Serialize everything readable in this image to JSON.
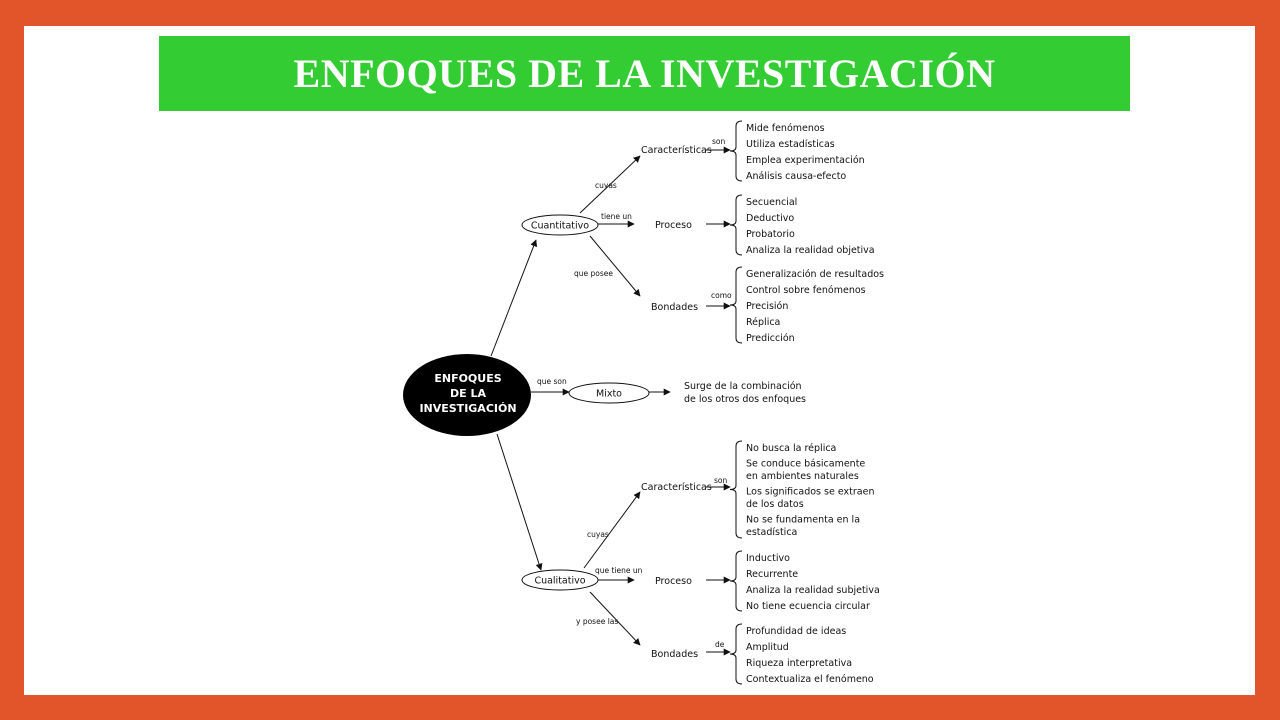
{
  "title": "ENFOQUES DE LA INVESTIGACIÓN",
  "colors": {
    "frame": "#e2542a",
    "title_bar": "#33cc33",
    "center_node": "#000000"
  },
  "center": {
    "lines": [
      "ENFOQUES",
      "DE LA",
      "INVESTIGACIÓN"
    ]
  },
  "cuantitativo": {
    "label": "Cuantitativo",
    "connector_from_center": "",
    "branches": {
      "caracteristicas": {
        "link": "cuyas",
        "label": "Características",
        "list_link": "son",
        "items": [
          "Mide fenómenos",
          "Utiliza estadísticas",
          "Emplea experimentación",
          "Análisis causa-efecto"
        ]
      },
      "proceso": {
        "link": "tiene un",
        "label": "Proceso",
        "list_link": "",
        "items": [
          "Secuencial",
          "Deductivo",
          "Probatorio",
          "Analiza la realidad objetiva"
        ]
      },
      "bondades": {
        "link": "que posee",
        "label": "Bondades",
        "list_link": "como",
        "items": [
          "Generalización de resultados",
          "Control sobre fenómenos",
          "Precisión",
          "Réplica",
          "Predicción"
        ]
      }
    }
  },
  "mixto": {
    "link": "que son",
    "label": "Mixto",
    "description": [
      "Surge de la combinación",
      "de los otros dos enfoques"
    ]
  },
  "cualitativo": {
    "label": "Cualitativo",
    "branches": {
      "caracteristicas": {
        "link": "cuyas",
        "label": "Características",
        "list_link": "son",
        "items": [
          [
            "No busca la réplica"
          ],
          [
            "Se conduce básicamente",
            "en ambientes naturales"
          ],
          [
            "Los significados se extraen",
            "de los datos"
          ],
          [
            "No se fundamenta en la",
            "estadística"
          ]
        ]
      },
      "proceso": {
        "link": "que tiene un",
        "label": "Proceso",
        "list_link": "",
        "items": [
          "Inductivo",
          "Recurrente",
          "Analiza la realidad subjetiva",
          "No tiene ecuencia circular"
        ]
      },
      "bondades": {
        "link": "y posee las",
        "label": "Bondades",
        "list_link": "de",
        "items": [
          "Profundidad de ideas",
          "Amplitud",
          "Riqueza interpretativa",
          "Contextualiza el fenómeno"
        ]
      }
    }
  }
}
